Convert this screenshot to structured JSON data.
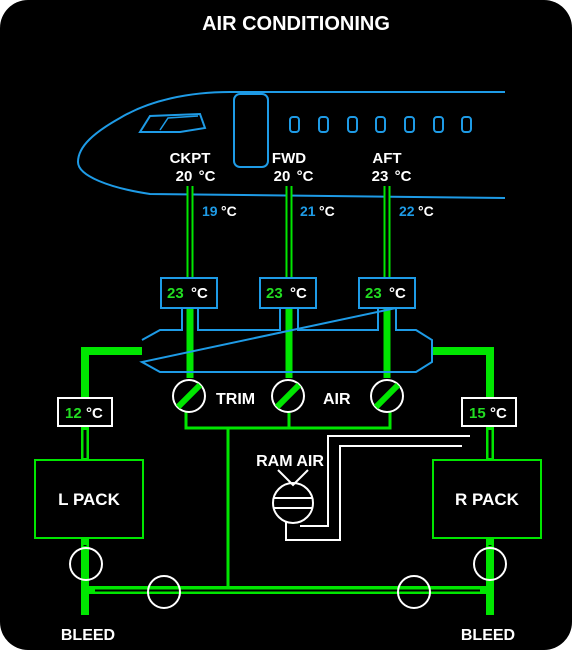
{
  "title": "AIR CONDITIONING",
  "colors": {
    "flow": "#00e600",
    "outline": "#1e9be6",
    "text": "#ffffff",
    "background": "#000000",
    "value_green": "#22dd22",
    "value_blue": "#1e9be6"
  },
  "zones": [
    {
      "name": "CKPT",
      "temp": "20",
      "unit": "°C",
      "duct_temp": "19",
      "duct_unit": "°C",
      "supply_temp": "23",
      "supply_unit": "°C"
    },
    {
      "name": "FWD",
      "temp": "20",
      "unit": "°C",
      "duct_temp": "21",
      "duct_unit": "°C",
      "supply_temp": "23",
      "supply_unit": "°C"
    },
    {
      "name": "AFT",
      "temp": "23",
      "unit": "°C",
      "duct_temp": "22",
      "duct_unit": "°C",
      "supply_temp": "23",
      "supply_unit": "°C"
    }
  ],
  "trim_air": {
    "label_1": "TRIM",
    "label_2": "AIR"
  },
  "ram_air": {
    "label": "RAM AIR"
  },
  "packs": {
    "left": {
      "label": "L PACK",
      "outlet_temp": "12",
      "unit": "°C",
      "bleed_label": "BLEED"
    },
    "right": {
      "label": "R PACK",
      "outlet_temp": "15",
      "unit": "°C",
      "bleed_label": "BLEED"
    }
  },
  "icons": {
    "fuselage": "aircraft-fuselage-outline",
    "trim_valve": "valve-open-icon",
    "pack_valve": "valve-circle-icon",
    "ram_air_fan": "ram-air-fan-icon"
  }
}
